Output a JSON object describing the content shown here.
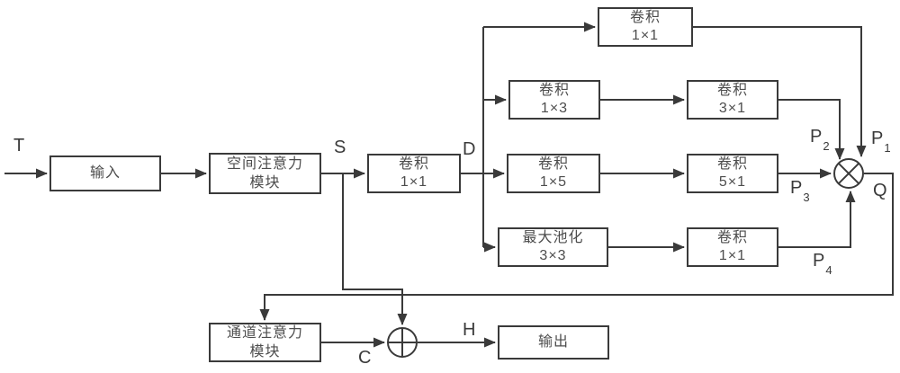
{
  "diagram": {
    "title": "attention-inception-module-flowchart",
    "colors": {
      "background": "#ffffff",
      "stroke": "#3a3a3a",
      "node_text": "#4d4d4d"
    },
    "nodes": {
      "input": {
        "line1": "输入"
      },
      "spatial_attention": {
        "line1": "空间注意力",
        "line2": "模块"
      },
      "conv_main": {
        "line1": "卷积",
        "line2": "1×1"
      },
      "conv_top": {
        "line1": "卷积",
        "line2": "1×1"
      },
      "conv_1x3": {
        "line1": "卷积",
        "line2": "1×3"
      },
      "conv_3x1": {
        "line1": "卷积",
        "line2": "3×1"
      },
      "conv_1x5": {
        "line1": "卷积",
        "line2": "1×5"
      },
      "conv_5x1": {
        "line1": "卷积",
        "line2": "5×1"
      },
      "maxpool": {
        "line1": "最大池化",
        "line2": "3×3"
      },
      "conv_branch4": {
        "line1": "卷积",
        "line2": "1×1"
      },
      "channel_attention": {
        "line1": "通道注意力",
        "line2": "模块"
      },
      "output": {
        "line1": "输出"
      }
    },
    "edge_labels": {
      "t": "T",
      "s": "S",
      "d": "D",
      "q": "Q",
      "c": "C",
      "h": "H",
      "p1_base": "P",
      "p1_sub": "1",
      "p2_base": "P",
      "p2_sub": "2",
      "p3_base": "P",
      "p3_sub": "3",
      "p4_base": "P",
      "p4_sub": "4"
    },
    "operators": {
      "multiply": "circle-multiply-icon",
      "add": "circle-plus-icon"
    }
  }
}
